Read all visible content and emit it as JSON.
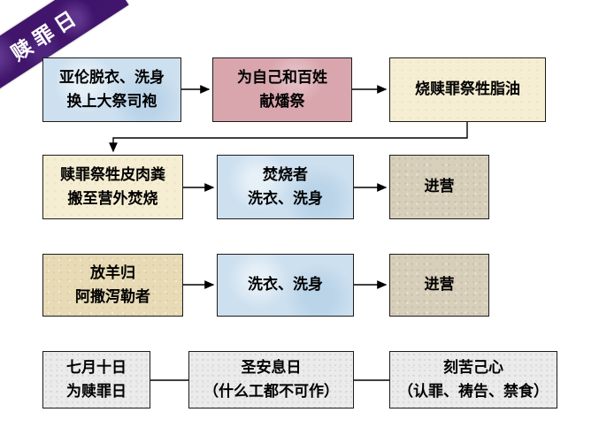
{
  "banner": {
    "label": "赎罪日"
  },
  "colors": {
    "banner_purple": "#41156b",
    "box_blue": "#cde0ef",
    "box_pink": "#d9a6ad",
    "box_cream": "#f6eed2",
    "box_tan": "#d8cfba",
    "box_khaki": "#e7dab4",
    "box_gray": "#ebebeb",
    "line": "#000000"
  },
  "rows": [
    {
      "boxes": [
        {
          "color": "blue",
          "lines": [
            "亚伦脱衣、洗身",
            "换上大祭司袍"
          ]
        },
        {
          "color": "pink",
          "lines": [
            "为自己和百姓",
            "献燔祭"
          ]
        },
        {
          "color": "cream",
          "lines": [
            "烧赎罪祭牲脂油"
          ]
        }
      ]
    },
    {
      "boxes": [
        {
          "color": "cream",
          "lines": [
            "赎罪祭牲皮肉粪",
            "搬至营外焚烧"
          ]
        },
        {
          "color": "blue",
          "lines": [
            "焚烧者",
            "洗衣、洗身"
          ]
        },
        {
          "color": "tan",
          "lines": [
            "进营"
          ]
        }
      ]
    },
    {
      "boxes": [
        {
          "color": "khaki",
          "lines": [
            "放羊归",
            "阿撒泻勒者"
          ]
        },
        {
          "color": "blue",
          "lines": [
            "洗衣、洗身"
          ]
        },
        {
          "color": "tan",
          "lines": [
            "进营"
          ]
        }
      ]
    },
    {
      "boxes": [
        {
          "color": "gray",
          "lines": [
            "七月十日",
            "为赎罪日"
          ]
        },
        {
          "color": "gray",
          "lines": [
            "圣安息日",
            "（什么工都不可作）"
          ]
        },
        {
          "color": "gray",
          "lines": [
            "刻苦己心",
            "（认罪、祷告、禁食）"
          ]
        }
      ]
    }
  ]
}
